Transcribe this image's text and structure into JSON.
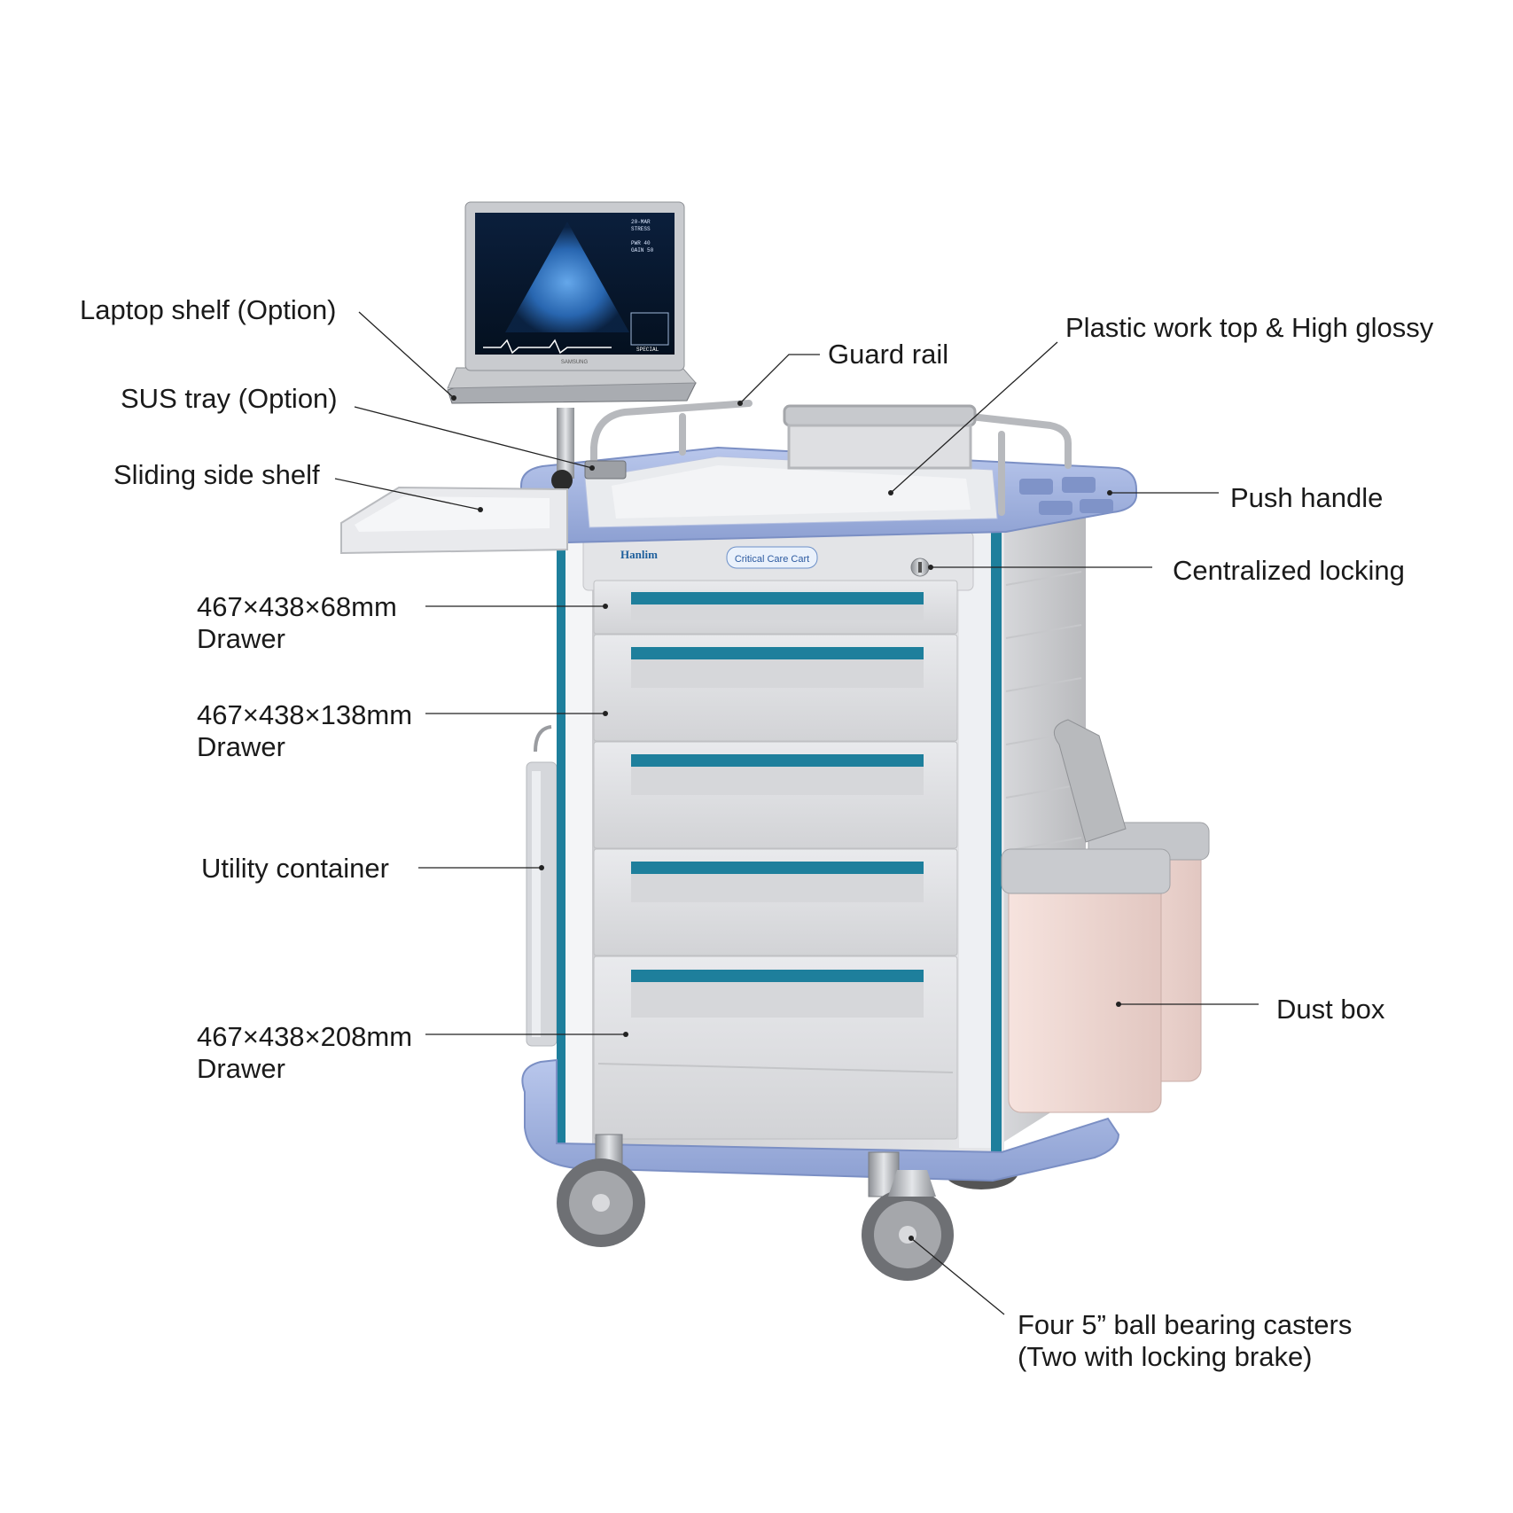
{
  "callouts": {
    "laptop_shelf": "Laptop shelf (Option)",
    "sus_tray": "SUS tray (Option)",
    "sliding_side_shelf": "Sliding side shelf",
    "guard_rail": "Guard rail",
    "work_top": "Plastic work top & High glossy",
    "push_handle": "Push handle",
    "centralized_locking": "Centralized locking",
    "drawer_68": {
      "size": "467×438×68mm",
      "name": "Drawer"
    },
    "drawer_138": {
      "size": "467×438×138mm",
      "name": "Drawer"
    },
    "utility_container": "Utility container",
    "drawer_208": {
      "size": "467×438×208mm",
      "name": "Drawer"
    },
    "dust_box": "Dust box",
    "casters": {
      "line1": "Four 5” ball bearing casters",
      "line2": "(Two with locking brake)"
    }
  },
  "cart_labels": {
    "brand": "Hanlim",
    "model": "Critical Care Cart",
    "laptop_brand": "SAMSUNG",
    "screen_mode": "SPECIAL"
  },
  "colors": {
    "accent_teal": "#1e7f9c",
    "frame_blue": "#9fb2df",
    "body_grey": "#dcdde0",
    "bin_pink": "#f0d9d4"
  }
}
